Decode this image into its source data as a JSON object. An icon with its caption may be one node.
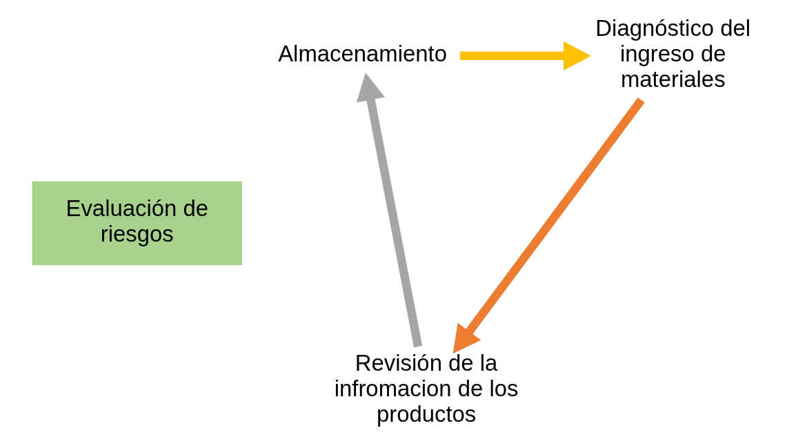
{
  "diagram": {
    "nodes": [
      {
        "text": [
          "Almacenamiento"
        ]
      },
      {
        "text": [
          "Diagnóstico del ingreso de materiales"
        ]
      },
      {
        "text": [
          "Revisión de la infromacion de los productos"
        ]
      },
      {
        "text": [
          "Evaluación de riesgos"
        ]
      }
    ],
    "edges": [
      {
        "from": 0,
        "to": 1,
        "arrow": "to",
        "color": "#ffc000"
      },
      {
        "from": 1,
        "to": 2,
        "arrow": "to",
        "color": "#ed7d31"
      },
      {
        "from": 2,
        "to": 0,
        "arrow": "to",
        "color": "#a5a5a5"
      }
    ]
  }
}
